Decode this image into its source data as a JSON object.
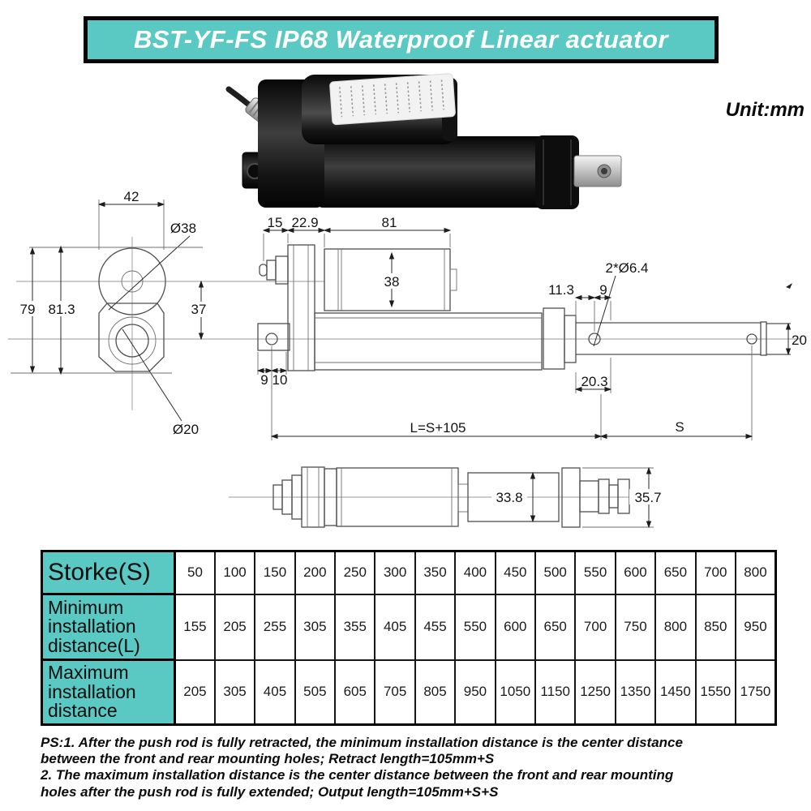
{
  "colors": {
    "accent_teal": "#5AC8C3",
    "drawing_line": "#4f4f4f",
    "banner_text": "#ffffff"
  },
  "header": {
    "title": "BST-YF-FS IP68 Waterproof Linear actuator",
    "unit_label": "Unit:mm"
  },
  "drawing": {
    "end_view": {
      "width": "42",
      "outer_diameter": "Ø38",
      "height_overall": "79",
      "height_total": "81.3",
      "hole_spacing": "37",
      "hole_diameter": "Ø20"
    },
    "side_view": {
      "gland_length": "15",
      "gear_housing_length": "22.9",
      "motor_length": "81",
      "motor_diameter": "38",
      "bracket_offset_a": "9",
      "bracket_offset_b": "10",
      "front_collar_a": "11.3",
      "front_collar_b": "9",
      "mounting_holes": "2*Ø6.4",
      "front_end_length": "20.3",
      "rod_end_height": "20",
      "retracted_length": "L=S+105",
      "stroke_length": "S"
    },
    "top_view": {
      "tube_diameter": "33.8",
      "collar_diameter": "35.7"
    }
  },
  "table": {
    "rows": [
      {
        "id": "stroke",
        "label_lines": [
          "Storke(S)"
        ],
        "values": [
          "50",
          "100",
          "150",
          "200",
          "250",
          "300",
          "350",
          "400",
          "450",
          "500",
          "550",
          "600",
          "650",
          "700",
          "800"
        ]
      },
      {
        "id": "min-installation-distance",
        "label_lines": [
          "Minimum",
          "installation",
          "distance(L)"
        ],
        "values": [
          "155",
          "205",
          "255",
          "305",
          "355",
          "405",
          "455",
          "550",
          "600",
          "650",
          "700",
          "750",
          "800",
          "850",
          "950"
        ]
      },
      {
        "id": "max-installation-distance",
        "label_lines": [
          "Maximum",
          "installation",
          "distance"
        ],
        "values": [
          "205",
          "305",
          "405",
          "505",
          "605",
          "705",
          "805",
          "950",
          "1050",
          "1150",
          "1250",
          "1350",
          "1450",
          "1550",
          "1750"
        ]
      }
    ]
  },
  "notes": {
    "lines": [
      "PS:1. After the push rod is fully retracted, the minimum installation distance is the center distance",
      "between the front and rear mounting holes; Retract length=105mm+S",
      "2. The maximum installation distance is the center distance between the front and rear mounting",
      "holes after the push rod is fully extended; Output length=105mm+S+S"
    ]
  }
}
